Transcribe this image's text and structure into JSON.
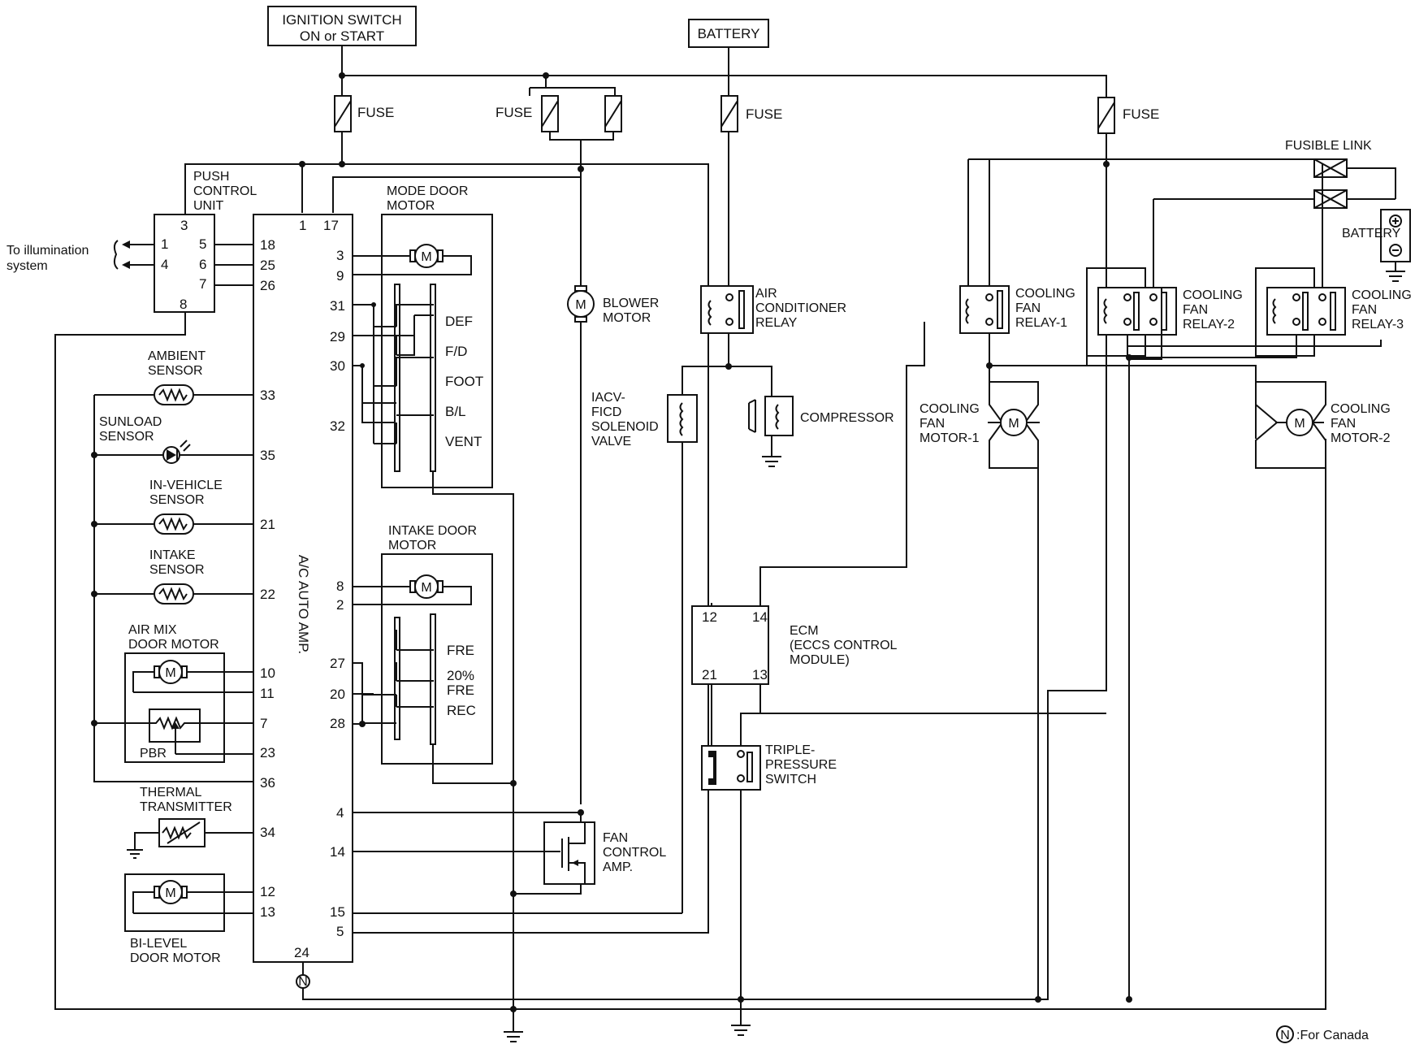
{
  "diagram": {
    "top_boxes": {
      "ignition": [
        "IGNITION SWITCH",
        "ON or START"
      ],
      "battery": "BATTERY"
    },
    "fuse_label": "FUSE",
    "fusible_link": "FUSIBLE LINK",
    "battery_right": "BATTERY",
    "push_control_unit": [
      "PUSH",
      "CONTROL",
      "UNIT"
    ],
    "illumination": [
      "To illumination",
      "system"
    ],
    "push_pins": [
      "3",
      "1",
      "4",
      "5",
      "6",
      "7",
      "8"
    ],
    "amp_label": "A/C AUTO AMP.",
    "amp_pins_left": [
      "1",
      "17",
      "18",
      "25",
      "26",
      "33",
      "35",
      "21",
      "22",
      "10",
      "11",
      "7",
      "23",
      "36",
      "34",
      "12",
      "13",
      "24"
    ],
    "amp_pins_right": [
      "3",
      "9",
      "31",
      "29",
      "30",
      "32",
      "8",
      "2",
      "27",
      "20",
      "28",
      "4",
      "14",
      "15",
      "5"
    ],
    "sensors": {
      "ambient": [
        "AMBIENT",
        "SENSOR"
      ],
      "sunload": [
        "SUNLOAD",
        "SENSOR"
      ],
      "in_vehicle": [
        "IN-VEHICLE",
        "SENSOR"
      ],
      "intake": [
        "INTAKE",
        "SENSOR"
      ],
      "air_mix": [
        "AIR MIX",
        "DOOR MOTOR"
      ],
      "pbr": "PBR",
      "thermal": [
        "THERMAL",
        "TRANSMITTER"
      ],
      "bi_level": [
        "BI-LEVEL",
        "DOOR MOTOR"
      ]
    },
    "mode_door_motor": [
      "MODE DOOR",
      "MOTOR"
    ],
    "mode_positions": [
      "DEF",
      "F/D",
      "FOOT",
      "B/L",
      "VENT"
    ],
    "intake_door_motor": [
      "INTAKE DOOR",
      "MOTOR"
    ],
    "intake_positions": [
      "FRE",
      "20%",
      "FRE",
      "REC"
    ],
    "blower_motor": [
      "BLOWER",
      "MOTOR"
    ],
    "fan_control_amp": [
      "FAN",
      "CONTROL",
      "AMP."
    ],
    "iacv": [
      "IACV-",
      "FICD",
      "SOLENOID",
      "VALVE"
    ],
    "ac_relay": [
      "AIR",
      "CONDITIONER",
      "RELAY"
    ],
    "compressor": "COMPRESSOR",
    "ecm": [
      "ECM",
      "(ECCS CONTROL",
      "MODULE)"
    ],
    "ecm_pins": [
      "12",
      "14",
      "21",
      "13"
    ],
    "triple_switch": [
      "TRIPLE-",
      "PRESSURE",
      "SWITCH"
    ],
    "fan_relays": [
      [
        "COOLING",
        "FAN",
        "RELAY-1"
      ],
      [
        "COOLING",
        "FAN",
        "RELAY-2"
      ],
      [
        "COOLING",
        "FAN",
        "RELAY-3"
      ]
    ],
    "fan_motors": [
      [
        "COOLING",
        "FAN",
        "MOTOR-1"
      ],
      [
        "COOLING",
        "FAN",
        "MOTOR-2"
      ]
    ],
    "canada_symbol": "N",
    "canada_note": ":For Canada"
  }
}
